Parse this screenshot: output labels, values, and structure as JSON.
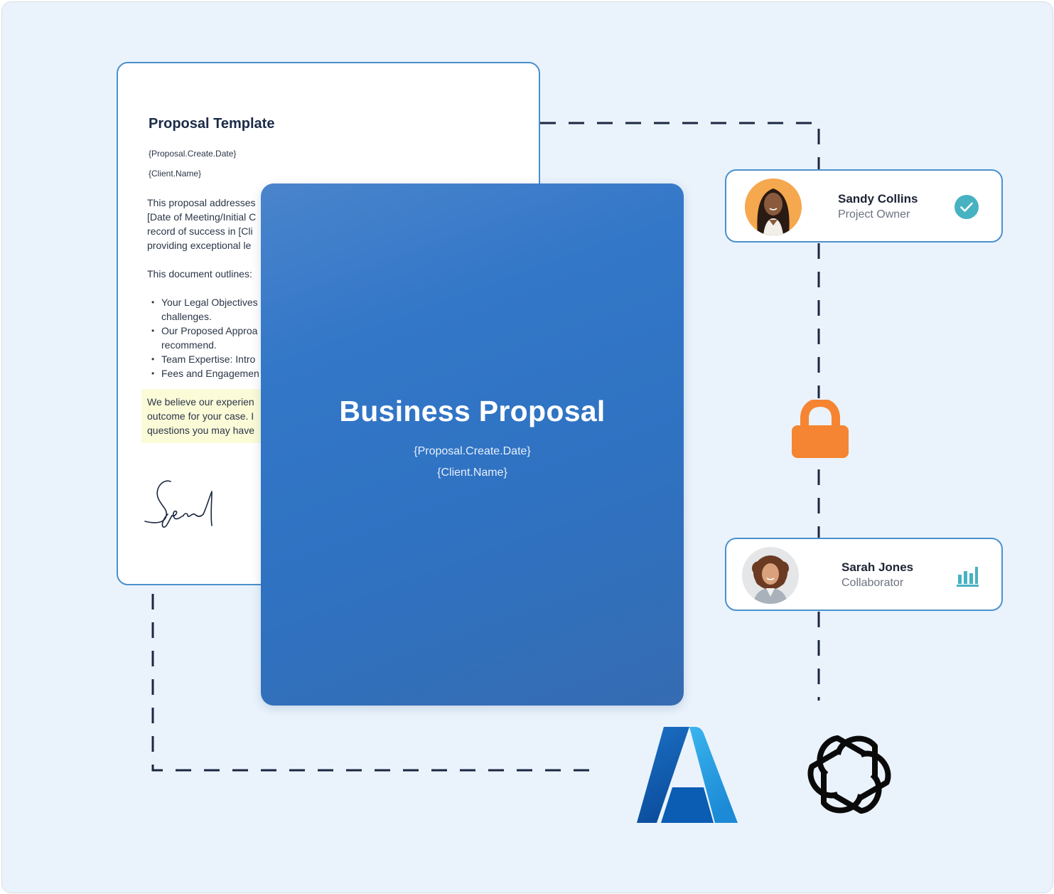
{
  "template_doc": {
    "title": "Proposal Template",
    "date_placeholder": "{Proposal.Create.Date}",
    "client_placeholder": "{Client.Name}",
    "intro_lines": [
      "This proposal addresses",
      "[Date of Meeting/Initial C",
      "record of success in [Cli",
      "providing exceptional le"
    ],
    "outline_label": "This document outlines:",
    "bullets": [
      {
        "lines": [
          "Your Legal Objectives",
          "challenges."
        ]
      },
      {
        "lines": [
          "Our Proposed Approa",
          "recommend."
        ]
      },
      {
        "lines": [
          "Team Expertise: Intro"
        ]
      },
      {
        "lines": [
          "Fees and Engagemen"
        ]
      }
    ],
    "closing_lines": [
      "We believe our experien",
      "outcome for your case. I",
      "questions you may have"
    ],
    "signature_icon": "handwritten-signature"
  },
  "cover": {
    "title": "Business Proposal",
    "date_placeholder": "{Proposal.Create.Date}",
    "client_placeholder": "{Client.Name}"
  },
  "users": [
    {
      "name": "Sandy Collins",
      "role": "Project Owner",
      "status_icon": "check-circle-icon"
    },
    {
      "name": "Sarah Jones",
      "role": "Collaborator",
      "status_icon": "bar-chart-icon"
    }
  ],
  "icons": {
    "lock": "lock-icon",
    "azure": "azure-logo",
    "openai": "openai-logo"
  },
  "colors": {
    "background": "#eaf3fc",
    "card_border": "#4a90cf",
    "cover_blue": "#3377c8",
    "lock_orange": "#f58532",
    "check_teal": "#46b2c2",
    "dash_navy": "#1b2740"
  }
}
